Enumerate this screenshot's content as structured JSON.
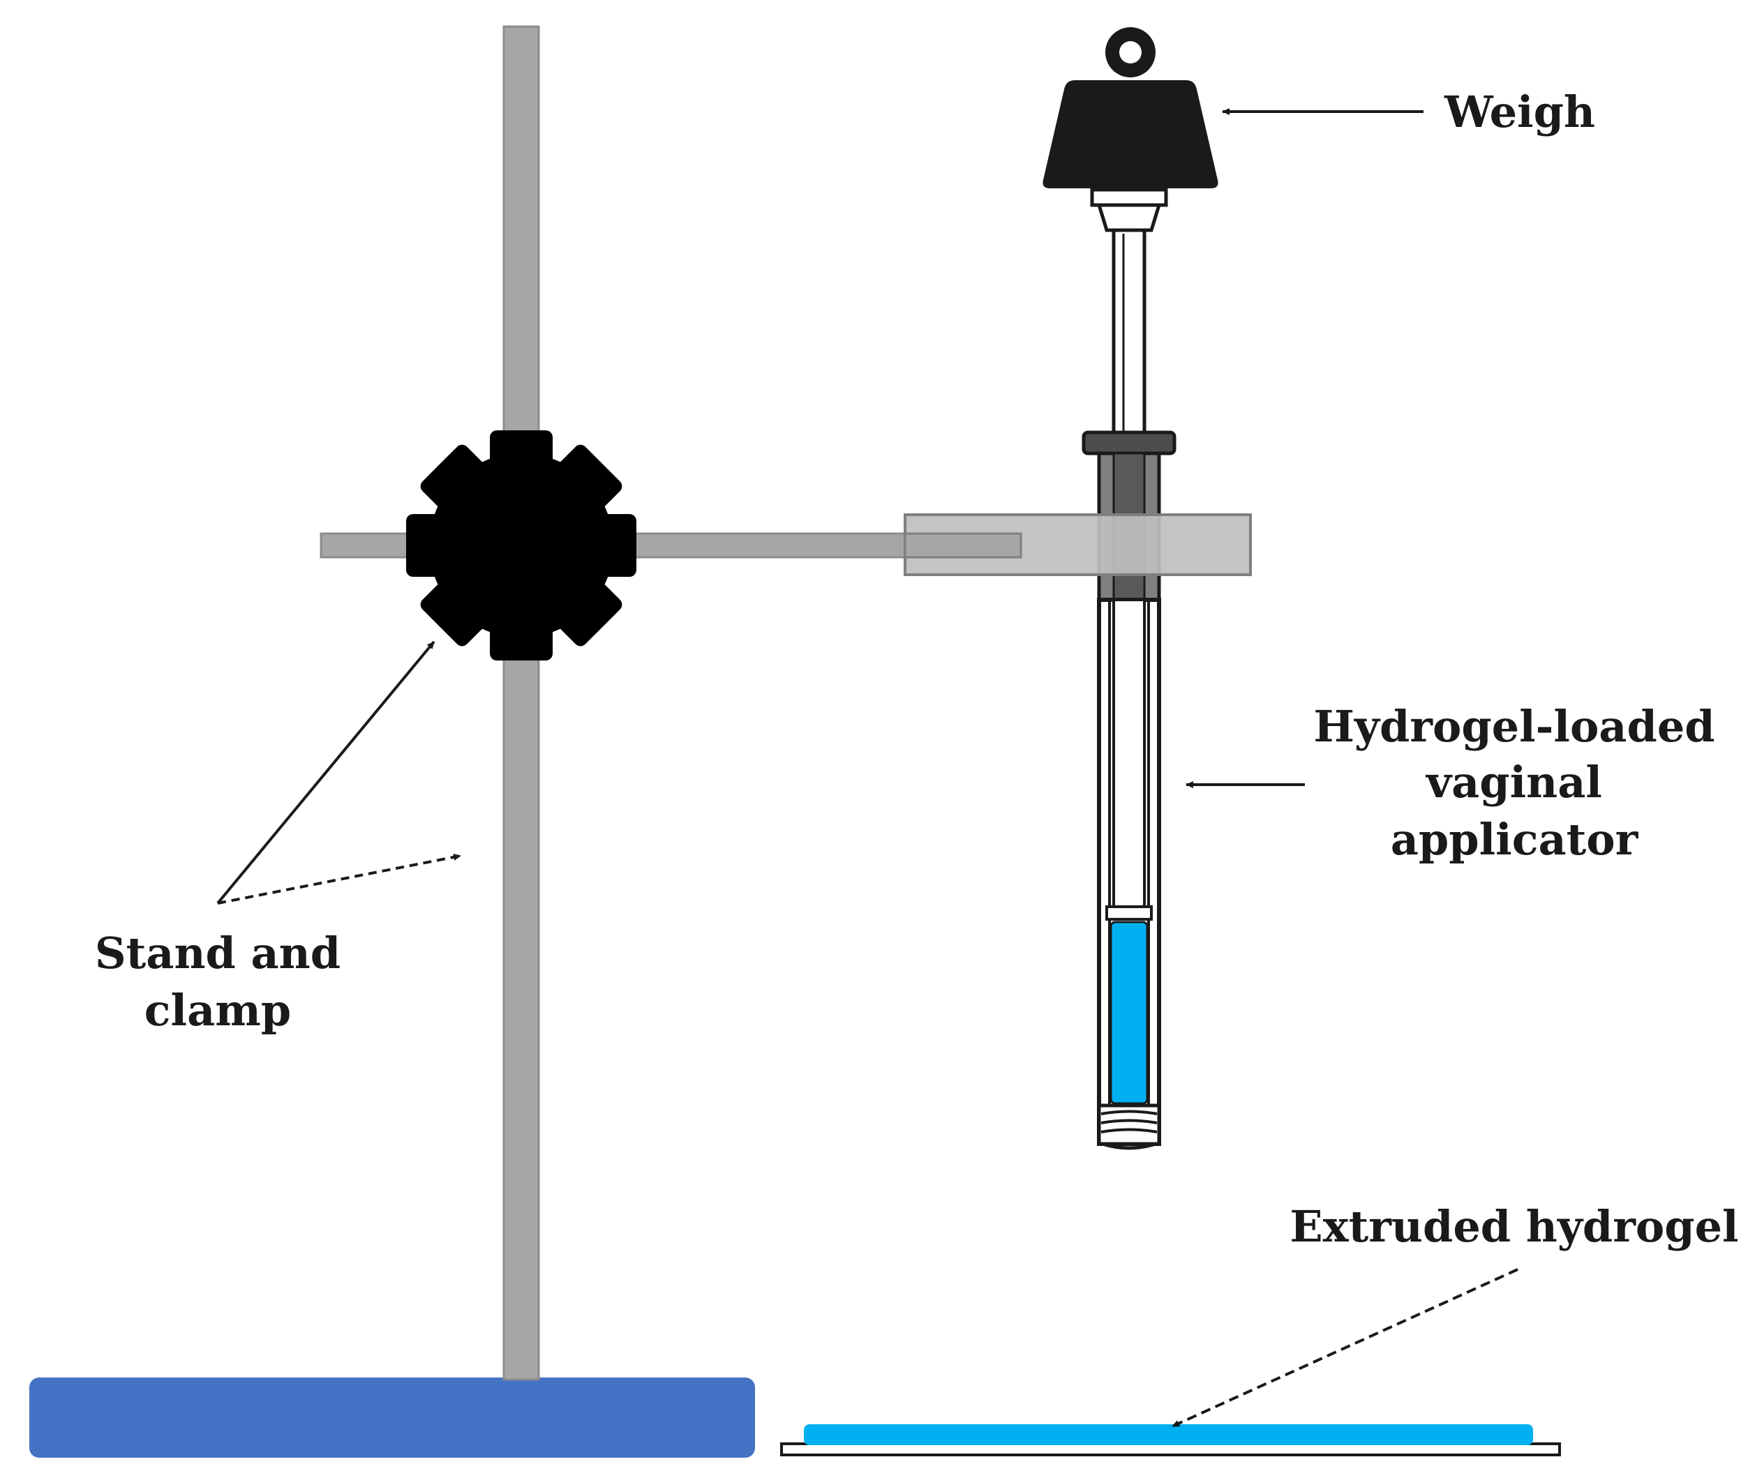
{
  "labels": {
    "weigh": "Weigh",
    "applicator_line1": "Hydrogel-loaded",
    "applicator_line2": "vaginal",
    "applicator_line3": "applicator",
    "stand_line1": "Stand and",
    "stand_line2": "clamp",
    "extruded": "Extruded hydrogel"
  },
  "colors": {
    "rod": "#a6a6a6",
    "clamp_arm": "#bfbfbf",
    "knob": "#000000",
    "base": "#4472c4",
    "hydrogel": "#00b0f0",
    "weight": "#1a1a1a",
    "background": "#ffffff"
  },
  "icons": {
    "knob": "gear-knob-icon",
    "weight": "weight-icon",
    "applicator": "syringe-applicator-icon"
  }
}
